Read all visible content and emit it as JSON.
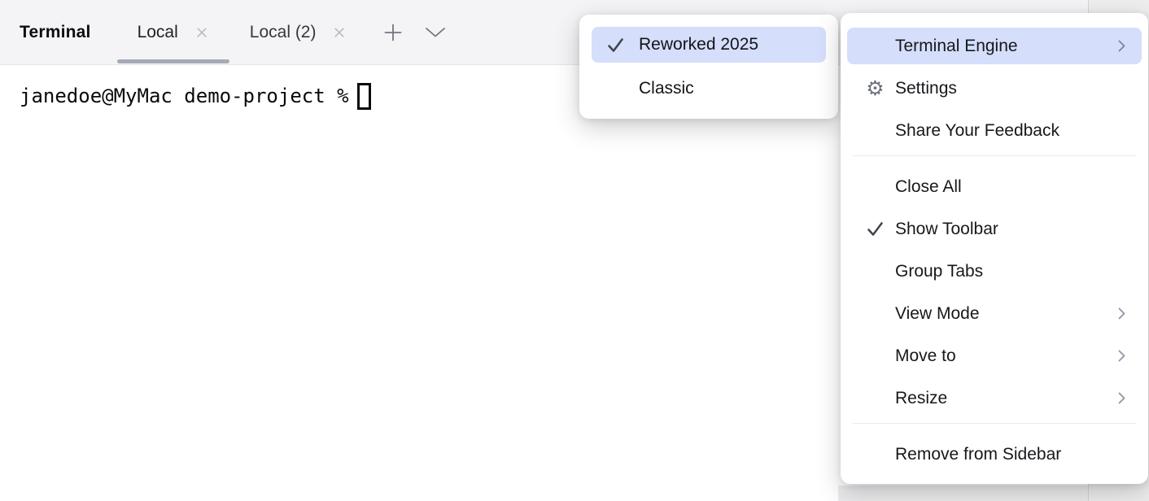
{
  "tabbar": {
    "title": "Terminal",
    "tabs": [
      {
        "label": "Local",
        "active": true
      },
      {
        "label": "Local (2)",
        "active": false
      }
    ]
  },
  "terminal": {
    "prompt": "janedoe@MyMac demo-project %"
  },
  "engine_submenu": {
    "items": [
      {
        "label": "Reworked 2025",
        "checked": true,
        "selected": true
      },
      {
        "label": "Classic",
        "checked": false,
        "selected": false
      }
    ]
  },
  "context_menu": {
    "items": [
      {
        "label": "Terminal Engine",
        "type": "submenu",
        "selected": true
      },
      {
        "label": "Settings",
        "type": "action",
        "icon": "gear"
      },
      {
        "label": "Share Your Feedback",
        "type": "action"
      },
      {
        "type": "separator"
      },
      {
        "label": "Close All",
        "type": "action"
      },
      {
        "label": "Show Toolbar",
        "type": "toggle",
        "checked": true
      },
      {
        "label": "Group Tabs",
        "type": "action"
      },
      {
        "label": "View Mode",
        "type": "submenu"
      },
      {
        "label": "Move to",
        "type": "submenu"
      },
      {
        "label": "Resize",
        "type": "submenu"
      },
      {
        "type": "separator"
      },
      {
        "label": "Remove from Sidebar",
        "type": "action"
      }
    ]
  },
  "icons": {
    "gear_glyph": "⚙"
  },
  "colors": {
    "selection_highlight": "#d5defb",
    "tabbar_bg": "#f4f4f6",
    "active_tab_underline": "#a6abb6",
    "menu_bg": "#ffffff",
    "terminal_bg": "#ffffff",
    "panel_divider": "#d5d5d8"
  }
}
